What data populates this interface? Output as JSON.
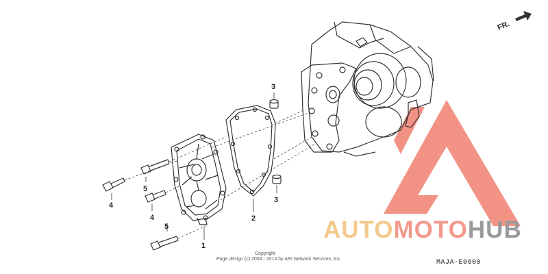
{
  "diagram": {
    "direction_label": "FR.",
    "callouts": {
      "cover": "1",
      "gasket": "2",
      "dowel_top": "3",
      "dowel_bottom": "3",
      "bolt_a": "4",
      "bolt_b": "4",
      "bolt_c": "5",
      "bolt_d": "5"
    },
    "copyright_line1": "Copyright",
    "copyright_line2": "Page design (c) 2004 - 2014 by ARI Network Services, Inc.",
    "drawing_code": "MAJA-E0600"
  },
  "watermark": {
    "part1": "AUTO",
    "part2": "MOTO",
    "part3": "HUB",
    "color_logo": "#f08070"
  }
}
